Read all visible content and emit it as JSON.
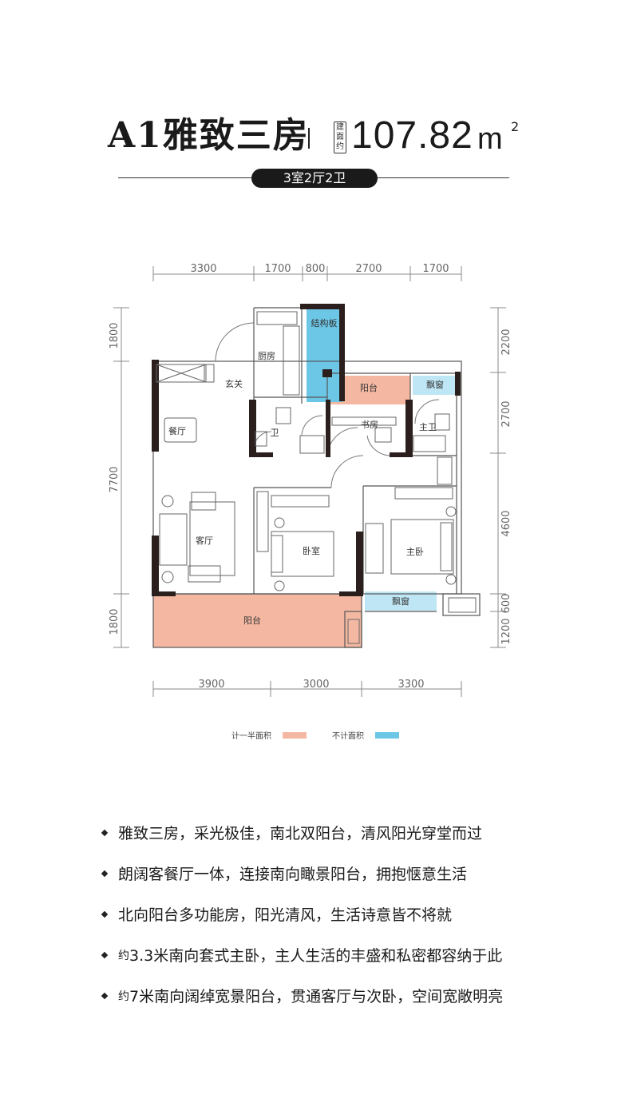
{
  "header": {
    "title": "A1雅致三房",
    "area_note": "建面约",
    "area_value": "107.82",
    "area_unit": "m",
    "area_sup": "2",
    "layout_badge": "3室2厅2卫"
  },
  "dimensions": {
    "top": [
      "3300",
      "1700",
      "800",
      "2700",
      "1700"
    ],
    "bottom": [
      "3900",
      "3000",
      "3300"
    ],
    "left": [
      "1800",
      "7700",
      "1800"
    ],
    "right": [
      "2200",
      "2700",
      "4600",
      "600",
      "1200"
    ]
  },
  "rooms": {
    "kitchen": "厨房",
    "structure_board": "结构板",
    "entrance": "玄关",
    "dining": "餐厅",
    "bath": "卫",
    "north_balcony": "阳台",
    "bay_window_top": "飘窗",
    "study": "书房",
    "master_bath": "主卫",
    "living": "客厅",
    "bedroom": "卧室",
    "master_bedroom": "主卧",
    "bay_window_bottom": "飘窗",
    "south_balcony": "阳台"
  },
  "legend": {
    "half_area_label": "计一半面积",
    "half_area_color": "#f4b8a2",
    "no_area_label": "不计面积",
    "no_area_color": "#6cc6e6"
  },
  "colors": {
    "wall": "#2a1f1d",
    "balcony_fill": "#f4b8a2",
    "structure_fill": "#6cc6e6"
  },
  "features": [
    {
      "text": "雅致三房，采光极佳，南北双阳台，清风阳光穿堂而过"
    },
    {
      "text": "朗阔客餐厅一体，连接南向瞰景阳台，拥抱惬意生活"
    },
    {
      "text": "北向阳台多功能房，阳光清风，生活诗意皆不将就"
    },
    {
      "prefix": "约",
      "text": "3.3米南向套式主卧，主人生活的丰盛和私密都容纳于此"
    },
    {
      "prefix": "约",
      "text": "7米南向阔绰宽景阳台，贯通客厅与次卧，空间宽敞明亮"
    }
  ]
}
